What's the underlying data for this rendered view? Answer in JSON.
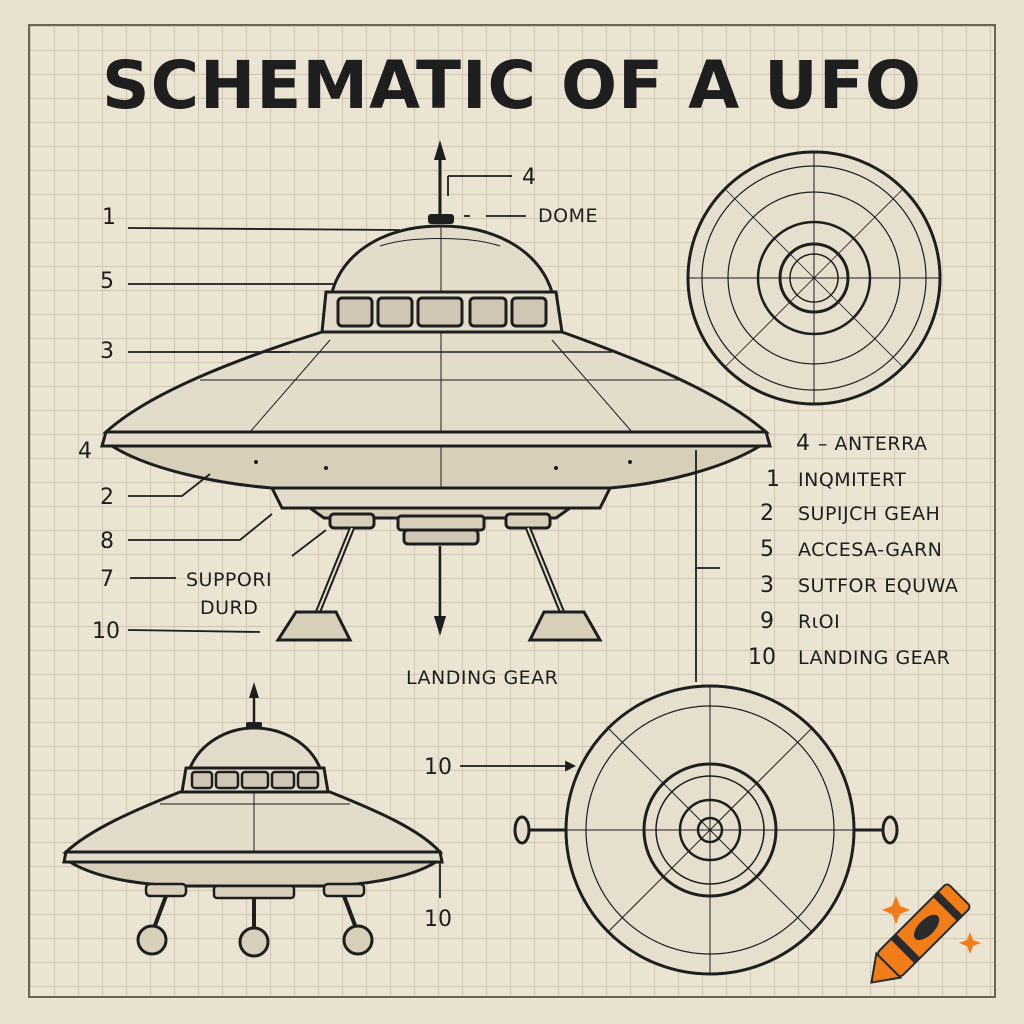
{
  "title": "SCHEMATIC OF A UFO",
  "callouts": {
    "antenna_num": "4",
    "dome_label": "DOME",
    "left_1": "1",
    "left_5": "5",
    "left_3": "3",
    "left_4": "4",
    "left_2": "2",
    "left_8": "8",
    "left_7": "7",
    "support_label_1": "SUPPORI",
    "support_label_2": "DURD",
    "left_10": "10",
    "landing_gear_label": "LANDING GEAR",
    "bottom_10_left": "10",
    "bottom_10_right": "10"
  },
  "legend": [
    {
      "num": "4",
      "text": "– ANTERRA"
    },
    {
      "num": "1",
      "text": "INQMITERT"
    },
    {
      "num": "2",
      "text": "SUPIJCH GEAH"
    },
    {
      "num": "5",
      "text": "ACCESA-GARN"
    },
    {
      "num": "3",
      "text": "SUTFOR EQUWA"
    },
    {
      "num": "9",
      "text": "RιOI"
    },
    {
      "num": "10",
      "text": "LANDING GEAR"
    }
  ],
  "colors": {
    "ink": "#1e1e1e",
    "paper": "#ebe4d3",
    "grid": "#cfc7b3",
    "crayon": "#f07d1a"
  },
  "icons": [
    "crayon-icon",
    "sparkle-icon"
  ]
}
